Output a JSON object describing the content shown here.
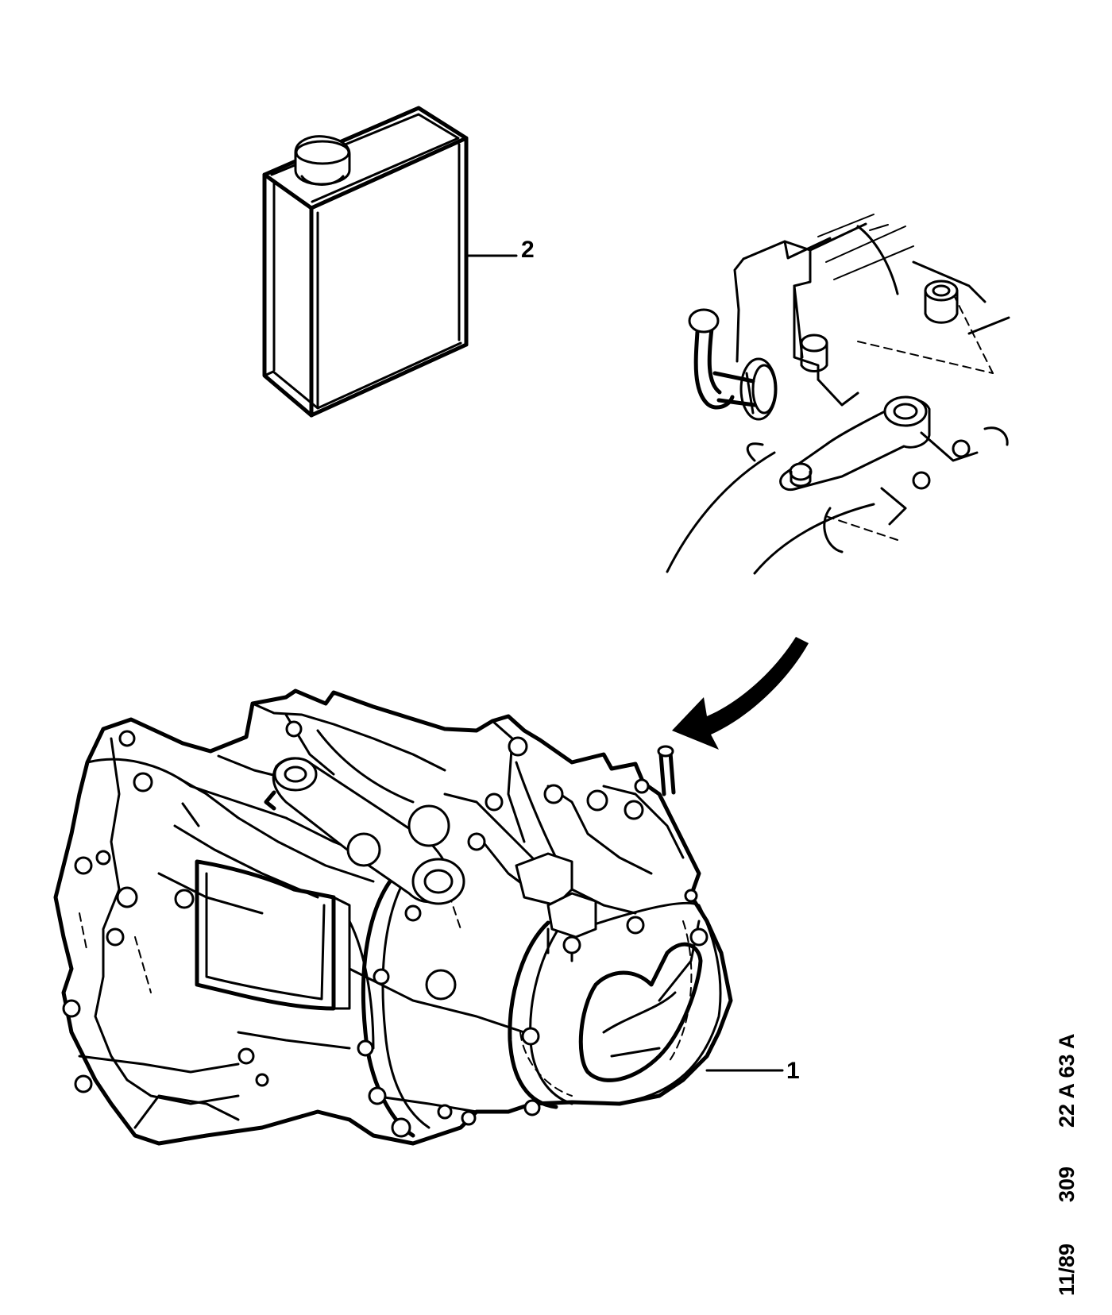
{
  "callouts": {
    "item1": "1",
    "item2": "2"
  },
  "reference": {
    "date": "11/89",
    "model": "309",
    "code": "22 A 63 A"
  }
}
